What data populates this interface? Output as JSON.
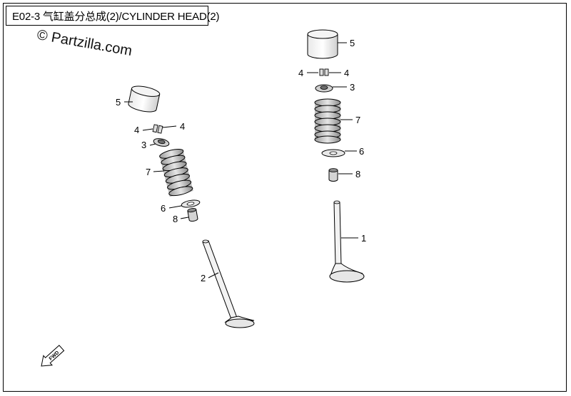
{
  "header": {
    "title": "E02-3 气缸盖分总成(2)/CYLINDER HEAD(2)"
  },
  "watermark": "© Partzilla.com",
  "fwd_label": "FWD",
  "callouts": {
    "left": {
      "tappet": "5",
      "cotter_a": "4",
      "cotter_b": "4",
      "retainer": "3",
      "spring": "7",
      "seat": "6",
      "seal": "8",
      "valve": "2"
    },
    "right": {
      "tappet": "5",
      "cotter_a": "4",
      "cotter_b": "4",
      "retainer": "3",
      "spring": "7",
      "seat": "6",
      "seal": "8",
      "valve": "1"
    }
  }
}
